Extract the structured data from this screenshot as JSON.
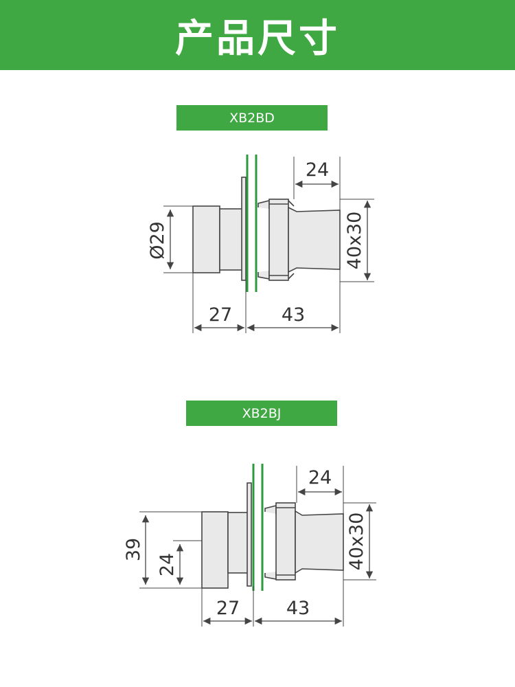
{
  "header": {
    "title": "产品尺寸"
  },
  "colors": {
    "accent": "#3fa843",
    "line": "#444444",
    "body_fill": "#e9e9e9",
    "panel_green": "#2a9a3c"
  },
  "diagrams": [
    {
      "model": "XB2BD",
      "dims": {
        "diameter": "Ø29",
        "length_front": "27",
        "length_back": "43",
        "rear_width": "24",
        "rear_size": "40x30"
      }
    },
    {
      "model": "XB2BJ",
      "dims": {
        "height_outer": "39",
        "height_inner": "24",
        "length_front": "27",
        "length_back": "43",
        "rear_width": "24",
        "rear_size": "40x30"
      }
    }
  ]
}
